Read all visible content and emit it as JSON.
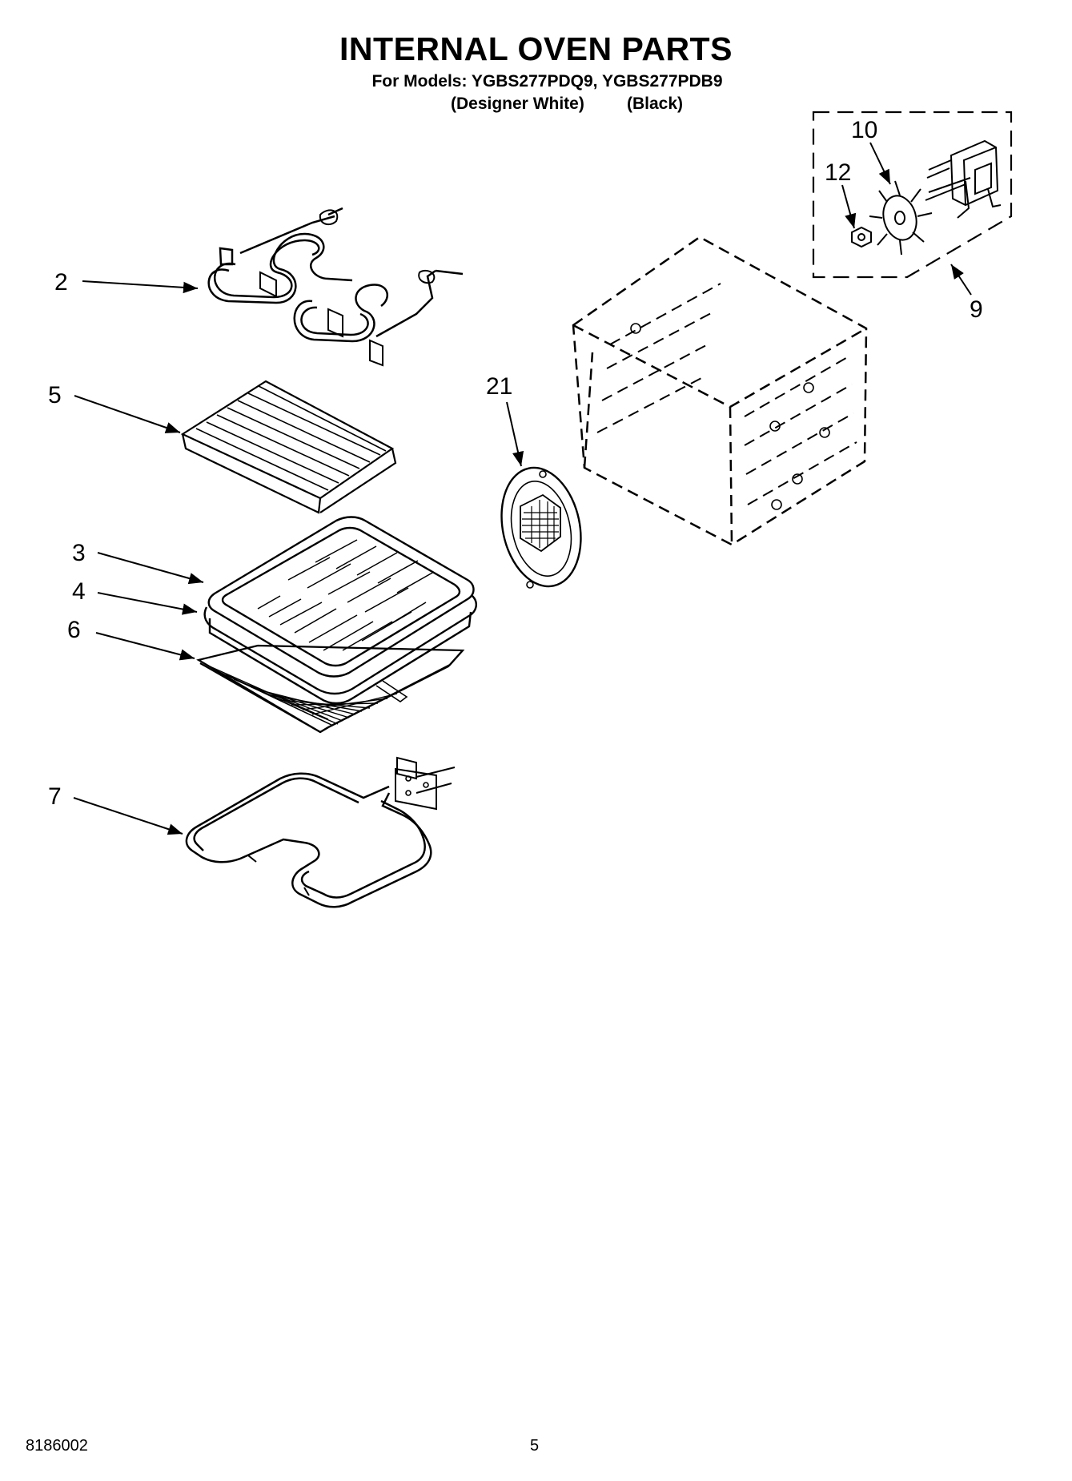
{
  "header": {
    "title": "INTERNAL OVEN PARTS",
    "models_line": "For Models: YGBS277PDQ9, YGBS277PDB9",
    "color_left": "(Designer White)",
    "color_right": "(Black)"
  },
  "callouts": {
    "c2": "2",
    "c3": "3",
    "c4": "4",
    "c5": "5",
    "c6": "6",
    "c7": "7",
    "c9": "9",
    "c10": "10",
    "c12": "12",
    "c21": "21"
  },
  "footer": {
    "doc_number": "8186002",
    "page_number": "5"
  },
  "colors": {
    "ink": "#000000",
    "paper": "#ffffff"
  }
}
